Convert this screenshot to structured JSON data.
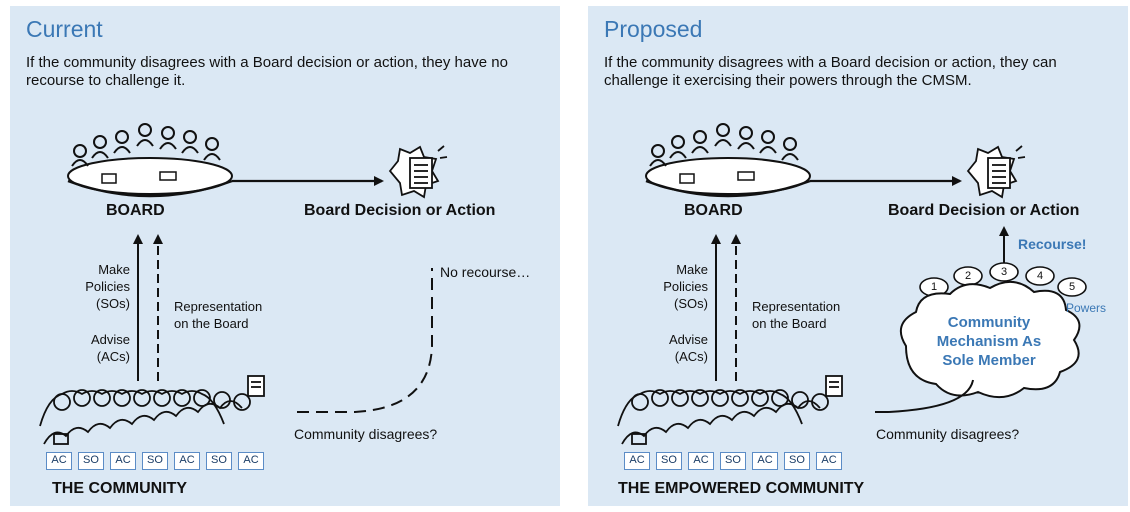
{
  "left": {
    "title": "Current",
    "description": "If the community disagrees with a Board decision or action, they have no recourse to challenge it.",
    "board_label": "BOARD",
    "decision_label": "Board Decision or Action",
    "make_policies": [
      "Make",
      "Policies",
      "(SOs)"
    ],
    "advise": [
      "Advise",
      "(ACs)"
    ],
    "representation": [
      "Representation",
      "on the Board"
    ],
    "no_recourse": "No recourse…",
    "disagrees": "Community disagrees?",
    "tags": [
      "AC",
      "SO",
      "AC",
      "SO",
      "AC",
      "SO",
      "AC"
    ],
    "community_label": "THE COMMUNITY"
  },
  "right": {
    "title": "Proposed",
    "description": "If the community disagrees with a Board decision or action, they can challenge it exercising their powers through the CMSM.",
    "board_label": "BOARD",
    "decision_label": "Board Decision or Action",
    "make_policies": [
      "Make",
      "Policies",
      "(SOs)"
    ],
    "advise": [
      "Advise",
      "(ACs)"
    ],
    "representation": [
      "Representation",
      "on the Board"
    ],
    "recourse": "Recourse!",
    "powers": [
      "1",
      "2",
      "3",
      "4",
      "5"
    ],
    "powers_label": "Powers",
    "cmsm": [
      "Community",
      "Mechanism As",
      "Sole Member"
    ],
    "disagrees": "Community disagrees?",
    "tags": [
      "AC",
      "SO",
      "AC",
      "SO",
      "AC",
      "SO",
      "AC"
    ],
    "community_label": "THE EMPOWERED COMMUNITY"
  },
  "colors": {
    "panel": "#dbe8f4",
    "accent": "#3b78b5",
    "tag_border": "#5b8cc6"
  }
}
